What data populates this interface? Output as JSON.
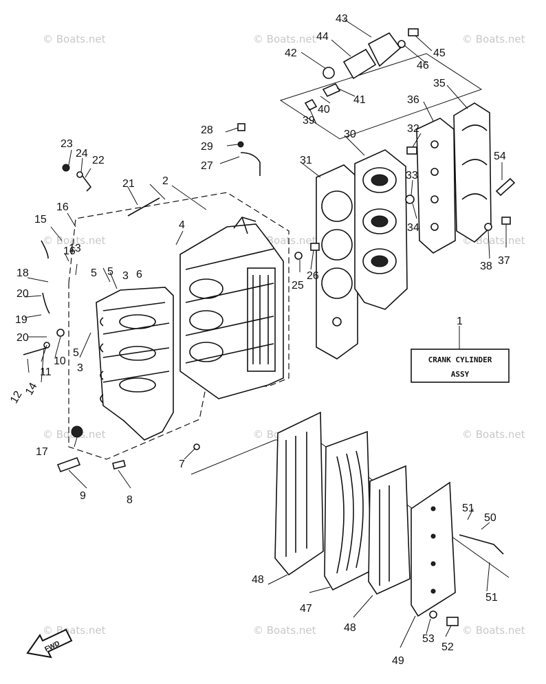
{
  "watermark": "© Boats.net",
  "assembly_box": {
    "line1": "CRANK CYLINDER",
    "line2": "ASSY",
    "number": "1"
  },
  "arrow_label": "FWD",
  "callouts": [
    "2",
    "3",
    "4",
    "5",
    "5",
    "3",
    "5",
    "6",
    "7",
    "8",
    "9",
    "10",
    "11",
    "12",
    "13",
    "14",
    "15",
    "16",
    "16",
    "17",
    "18",
    "19",
    "20",
    "20",
    "21",
    "22",
    "23",
    "24",
    "25",
    "26",
    "27",
    "28",
    "29",
    "30",
    "31",
    "32",
    "33",
    "34",
    "35",
    "36",
    "37",
    "38",
    "39",
    "40",
    "41",
    "42",
    "43",
    "44",
    "45",
    "46",
    "47",
    "48",
    "48",
    "49",
    "50",
    "51",
    "51",
    "52",
    "53",
    "54"
  ]
}
